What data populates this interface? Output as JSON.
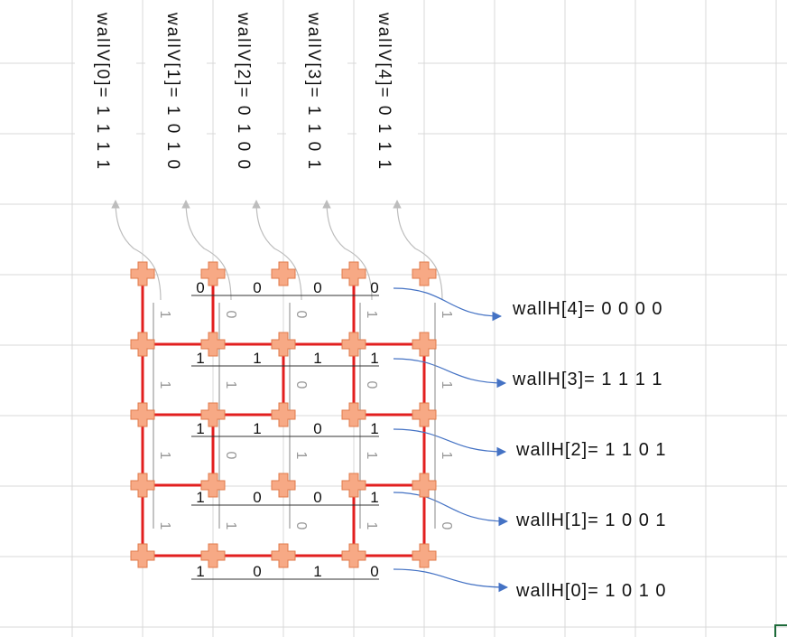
{
  "wallV": [
    {
      "label": "wallV[0]= 1 1 1 1",
      "bits": [
        "1",
        "1",
        "1",
        "1"
      ]
    },
    {
      "label": "wallV[1]= 1 0 1 0",
      "bits": [
        "1",
        "0",
        "1",
        "0"
      ]
    },
    {
      "label": "wallV[2]= 0 1 0 0",
      "bits": [
        "0",
        "1",
        "0",
        "0"
      ]
    },
    {
      "label": "wallV[3]= 1 1 0 1",
      "bits": [
        "1",
        "1",
        "0",
        "1"
      ]
    },
    {
      "label": "wallV[4]= 0 1 1 1",
      "bits": [
        "0",
        "1",
        "1",
        "1"
      ]
    }
  ],
  "wallH": [
    {
      "label": "wallH[4]= 0 0 0 0",
      "bits": [
        "0",
        "0",
        "0",
        "0"
      ]
    },
    {
      "label": "wallH[3]= 1 1 1 1",
      "bits": [
        "1",
        "1",
        "1",
        "1"
      ]
    },
    {
      "label": "wallH[2]= 1 1 0 1",
      "bits": [
        "1",
        "1",
        "0",
        "1"
      ]
    },
    {
      "label": "wallH[1]= 1 0 0 1",
      "bits": [
        "1",
        "0",
        "0",
        "1"
      ]
    },
    {
      "label": "wallH[0]= 1 0 1 0",
      "bits": [
        "1",
        "0",
        "1",
        "0"
      ]
    }
  ],
  "colors": {
    "wall": "#e21f1f",
    "post_fill": "#f7a985",
    "post_stroke": "#e07a4a",
    "arrow": "#4472c4",
    "gridline": "#d9d9d9",
    "vertical_bit": "#9a9a9a"
  }
}
